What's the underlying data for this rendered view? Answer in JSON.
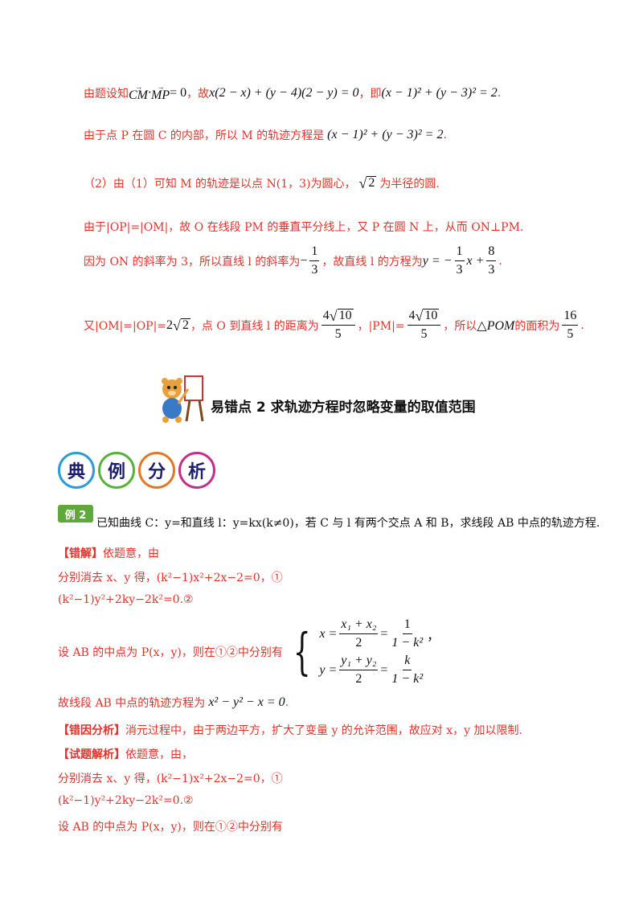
{
  "part1": {
    "l1_pre": "由题设知",
    "l1_vec_a": "CM",
    "l1_dot": "·",
    "l1_vec_b": "MP",
    "l1_eq0": "= 0",
    "l1_gu": "，故",
    "l1_expr": "x(2 − x) + (y − 4)(2 − y) = 0",
    "l1_ji": "，即",
    "l1_circle": "(x − 1)² + (y − 3)² = 2",
    "l1_end": ".",
    "l2_text": "由于点 P 在圆 C 的内部，所以 M 的轨迹方程是",
    "l2_circle": "(x − 1)² + (y − 3)² = 2",
    "l2_end": ".",
    "l3_pre": "（2）由（1）可知 M 的轨迹是以点 N(1，3)为圆心，",
    "l3_sqrt": "2",
    "l3_post": "为半径的圆.",
    "l4_text": "由于|OP|=|OM|，故 O 在线段 PM 的垂直平分线上，又 P 在圆 N 上，从而 ON⊥PM.",
    "l5_pre": "因为 ON 的斜率为 3，所以直线 l 的斜率为",
    "l5_neg": "−",
    "l5_frac_n": "1",
    "l5_frac_d": "3",
    "l5_mid": "，故直线 l 的方程为",
    "l5_y": "y = −",
    "l5_f2_n": "1",
    "l5_f2_d": "3",
    "l5_x": "x +",
    "l5_f3_n": "8",
    "l5_f3_d": "3",
    "l5_end": ".",
    "l6_pre": "又|OM|=|OP|=",
    "l6_coef": "2",
    "l6_rad": "2",
    "l6_mid1": "，点 O 到直线 l 的距离为",
    "l6_f1_coef": "4",
    "l6_f1_rad": "10",
    "l6_f1_d": "5",
    "l6_mid2": "，|PM|=",
    "l6_f2_coef": "4",
    "l6_f2_rad": "10",
    "l6_f2_d": "5",
    "l6_mid3": "，所以",
    "l6_tri": "△POM",
    "l6_mid4": "的面积为",
    "l6_f3_n": "16",
    "l6_f3_d": "5",
    "l6_end": "."
  },
  "heading": "易错点 2  求轨迹方程时忽略变量的取值范围",
  "badges": [
    "典",
    "例",
    "分",
    "析"
  ],
  "example": {
    "badge": "例 2",
    "text": "已知曲线 C：y=和直线 l：y=kx(k≠0)，若 C 与 l 有两个交点 A 和 B，求线段 AB 中点的轨迹方程."
  },
  "wrong": {
    "tag": "【错解】",
    "intro": "依题意，由",
    "l1": "分别消去 x、y 得，(k²−1)x²+2x−2=0，①",
    "l2": "(k²−1)y²+2ky−2k²=0.②",
    "l3": "设 AB 的中点为 P(x，y)，则在①②中分别有",
    "sys_r1_lhs": "x =",
    "sys_r1_n": "x₁ + x₂",
    "sys_r1_d": "2",
    "sys_r1_eq": "=",
    "sys_r1_n2": "1",
    "sys_r1_d2": "1 − k²",
    "sys_r1_end": "，",
    "sys_r2_lhs": "y =",
    "sys_r2_n": "y₁ + y₂",
    "sys_r2_d": "2",
    "sys_r2_eq": "=",
    "sys_r2_n2": "k",
    "sys_r2_d2": "1 − k²",
    "l4_pre": "故线段 AB 中点的轨迹方程为",
    "l4_eq": "x² − y² − x = 0",
    "l4_end": "."
  },
  "analysis": {
    "tag": "【错因分析】",
    "text": "消元过程中，由于两边平方，扩大了变量 y 的允许范围，故应对 x，y 加以限制."
  },
  "solution": {
    "tag": "【试题解析】",
    "intro": "依题意，由，",
    "l1": "分别消去 x、y 得，(k²−1)x²+2x−2=0，①",
    "l2": "(k²−1)y²+2ky−2k²=0.②",
    "l3": "设 AB 的中点为 P(x，y)，则在①②中分别有"
  }
}
